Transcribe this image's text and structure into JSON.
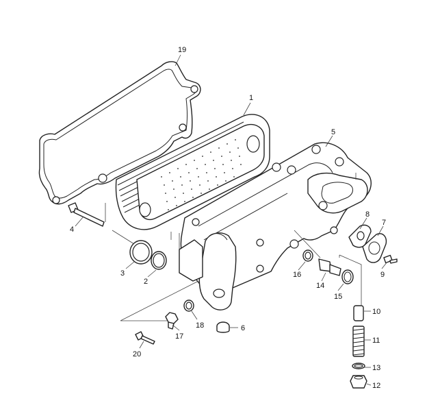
{
  "callouts": [
    {
      "id": "c1",
      "text": "1"
    },
    {
      "id": "c2",
      "text": "2"
    },
    {
      "id": "c3",
      "text": "3"
    },
    {
      "id": "c4",
      "text": "4"
    },
    {
      "id": "c5",
      "text": "5"
    },
    {
      "id": "c6",
      "text": "6"
    },
    {
      "id": "c7",
      "text": "7"
    },
    {
      "id": "c8",
      "text": "8"
    },
    {
      "id": "c9",
      "text": "9"
    },
    {
      "id": "c10",
      "text": "10"
    },
    {
      "id": "c11",
      "text": "11"
    },
    {
      "id": "c12",
      "text": "12"
    },
    {
      "id": "c13",
      "text": "13"
    },
    {
      "id": "c14",
      "text": "14"
    },
    {
      "id": "c15",
      "text": "15"
    },
    {
      "id": "c16",
      "text": "16"
    },
    {
      "id": "c17",
      "text": "17"
    },
    {
      "id": "c18",
      "text": "18"
    },
    {
      "id": "c19",
      "text": "19"
    },
    {
      "id": "c20",
      "text": "20"
    }
  ]
}
